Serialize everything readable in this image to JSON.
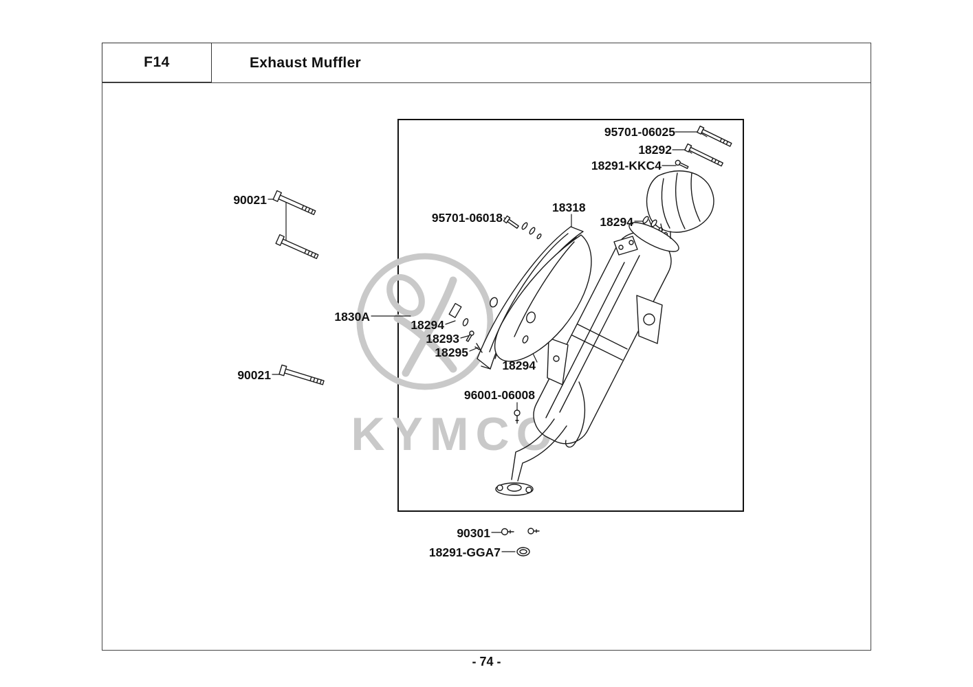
{
  "page": {
    "code": "F14",
    "title": "Exhaust Muffler",
    "page_number": "- 74 -"
  },
  "watermark": {
    "brand": "KYMCO"
  },
  "colors": {
    "line": "#1a1a1a",
    "watermark": "#c9c9c9"
  },
  "diagram": {
    "labels": [
      {
        "text": "95701-06025"
      },
      {
        "text": "18292"
      },
      {
        "text": "18291-KKC4"
      },
      {
        "text": "90021"
      },
      {
        "text": "95701-06018"
      },
      {
        "text": "18318"
      },
      {
        "text": "18294"
      },
      {
        "text": "1830A"
      },
      {
        "text": "18294"
      },
      {
        "text": "18293"
      },
      {
        "text": "18295"
      },
      {
        "text": "18294"
      },
      {
        "text": "90021"
      },
      {
        "text": "96001-06008"
      },
      {
        "text": "90301"
      },
      {
        "text": "18291-GGA7"
      }
    ]
  }
}
